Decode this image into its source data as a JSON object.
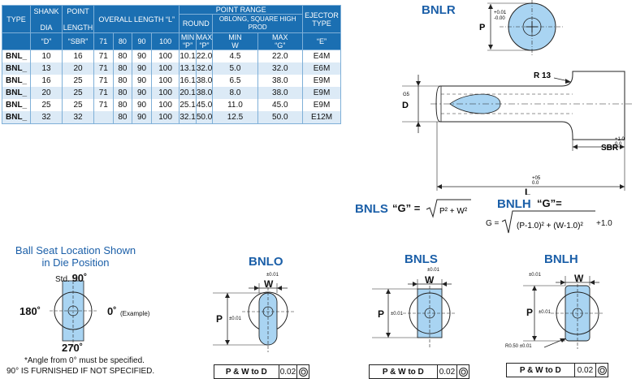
{
  "table": {
    "headers": {
      "type": "TYPE",
      "shank": "SHANK",
      "dia": "DIA",
      "d": "“D”",
      "point": "POINT",
      "length": "LENGTH",
      "sbr": "“SBR”",
      "overall": "OVERALL LENGTH “L”",
      "l_cols": [
        "71",
        "80",
        "90",
        "100"
      ],
      "point_range": "POINT RANGE",
      "round": "ROUND",
      "oblong": "OBLONG, SQUARE HIGH PROD",
      "min": "MIN",
      "max": "MAX",
      "p": "“P”",
      "w": "W",
      "g": "“G”",
      "ejector": "EJECTOR",
      "ejector_type": "TYPE",
      "e": "“E”"
    },
    "rows": [
      [
        "BNL_",
        "10",
        "16",
        "71",
        "80",
        "90",
        "100",
        "10.1",
        "22.0",
        "4.5",
        "22.0",
        "E4M"
      ],
      [
        "BNL_",
        "13",
        "20",
        "71",
        "80",
        "90",
        "100",
        "13.1",
        "32.0",
        "5.0",
        "32.0",
        "E6M"
      ],
      [
        "BNL_",
        "16",
        "25",
        "71",
        "80",
        "90",
        "100",
        "16.1",
        "38.0",
        "6.5",
        "38.0",
        "E9M"
      ],
      [
        "BNL_",
        "20",
        "25",
        "71",
        "80",
        "90",
        "100",
        "20.1",
        "38.0",
        "8.0",
        "38.0",
        "E9M"
      ],
      [
        "BNL_",
        "25",
        "25",
        "71",
        "80",
        "90",
        "100",
        "25.1",
        "45.0",
        "11.0",
        "45.0",
        "E9M"
      ],
      [
        "BNL_",
        "32",
        "32",
        "",
        "80",
        "90",
        "100",
        "32.1",
        "50.0",
        "12.5",
        "50.0",
        "E12M"
      ]
    ]
  },
  "bnlr": {
    "title": "BNLR",
    "p_label": "P",
    "tol_plus": "+0.01",
    "tol_minus": "-0.00",
    "r_label": "R 13",
    "g5": "G5",
    "d_label": "D",
    "sbr_label": "SBR",
    "sbr_tol_plus": "+1.0",
    "sbr_tol_minus": "0.0",
    "l_label": "L",
    "l_tol_plus": "+05",
    "l_tol_minus": "0.0"
  },
  "formulas": {
    "bnls_label": "BNLS",
    "bnls_g": "“G” =",
    "bnls_expr": "P² + W²",
    "bnlh_label": "BNLH",
    "bnlh_g": "“G”=",
    "bnlh_prefix": "G =",
    "bnlh_expr": "(P-1.0)² + (W-1.0)²",
    "bnlh_suffix": "+1.0"
  },
  "ball_seat": {
    "title_line1": "Ball Seat Location Shown",
    "title_line2": "in Die Position",
    "std": "Std.",
    "deg90": "90˚",
    "deg180": "180˚",
    "deg0": "0˚",
    "example": "(Example)",
    "deg270": "270˚",
    "note1": "*Angle from 0° must be specified.",
    "note2": "90° IS FURNISHED IF NOT SPECIFIED."
  },
  "details": [
    {
      "title": "BNLO",
      "w": "W",
      "tol": "±0.01",
      "p": "P",
      "ptol": "±0.01",
      "box_label": "P & W to D",
      "box_value": "0.02"
    },
    {
      "title": "BNLS",
      "w": "W",
      "tol": "±0.01",
      "p": "P",
      "ptol": "±0.01",
      "box_label": "P & W to D",
      "box_value": "0.02"
    },
    {
      "title": "BNLH",
      "w": "W",
      "tol": "±0.01",
      "p": "P",
      "ptol": "±0.01",
      "box_label": "P & W to D",
      "box_value": "0.02",
      "r_note": "R0.50 ±0.01"
    }
  ],
  "colors": {
    "header_blue": "#1b6fb2",
    "zebra": "#dceaf6",
    "fill": "#a9d4f2",
    "title_blue": "#1b5fa8"
  }
}
